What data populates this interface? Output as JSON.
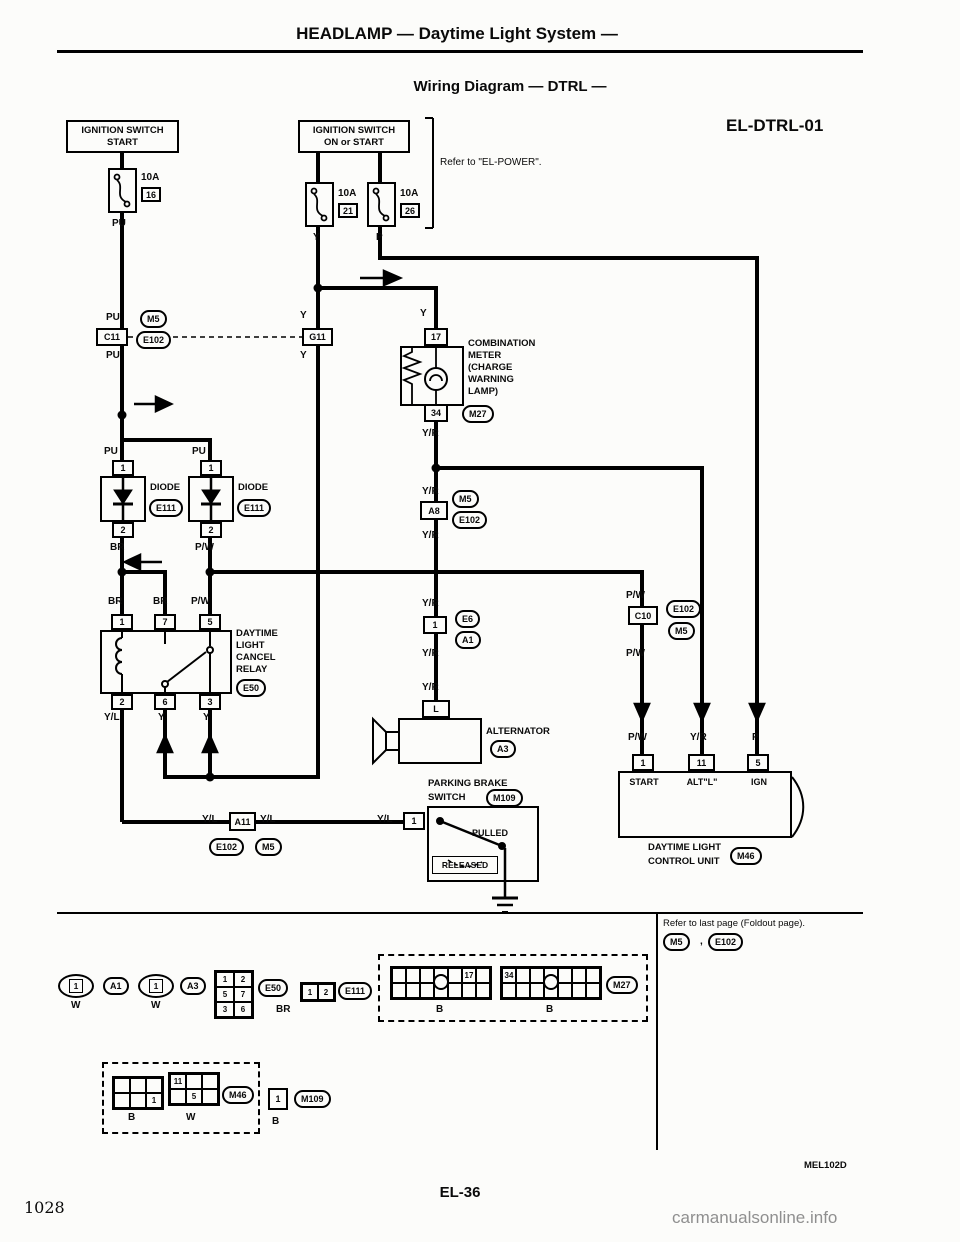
{
  "header": {
    "title": "HEADLAMP — Daytime Light System —",
    "subtitle": "Wiring Diagram — DTRL —",
    "diagram_id": "EL-DTRL-01",
    "refer_note": "Refer to \"EL-POWER\"."
  },
  "wires": {
    "pu": "PU",
    "y": "Y",
    "p": "P",
    "br": "BR",
    "pw": "P/W",
    "yr": "Y/R",
    "yl": "Y/L"
  },
  "connectors": {
    "m5": "M5",
    "e102": "E102",
    "e111": "E111",
    "e50": "E50",
    "e6": "E6",
    "a1": "A1",
    "a3": "A3",
    "a8": "A8",
    "a11": "A11",
    "c10": "C10",
    "c11": "C11",
    "g11": "G11",
    "m27": "M27",
    "m46": "M46",
    "m109": "M109"
  },
  "pins": {
    "n1": "1",
    "n2": "2",
    "n3": "3",
    "n5": "5",
    "n6": "6",
    "n7": "7",
    "n11": "11",
    "n16": "16",
    "n17": "17",
    "n21": "21",
    "n26": "26",
    "n34": "34",
    "l": "L"
  },
  "components": {
    "ignition_start": {
      "line1": "IGNITION SWITCH",
      "line2": "START"
    },
    "ignition_on_start": {
      "line1": "IGNITION SWITCH",
      "line2": "ON or START"
    },
    "fuse_rating": "10A",
    "meter_lines": [
      "COMBINATION",
      "METER",
      "(CHARGE",
      "WARNING",
      "LAMP)"
    ],
    "diode": "DIODE",
    "relay_lines": [
      "DAYTIME",
      "LIGHT",
      "CANCEL",
      "RELAY"
    ],
    "alternator": "ALTERNATOR",
    "parking_brake_line1": "PARKING BRAKE",
    "parking_brake_line2": "SWITCH",
    "pulled": "PULLED",
    "released": "RELEASED",
    "control_unit_line1": "DAYTIME LIGHT",
    "control_unit_line2": "CONTROL UNIT",
    "cu_pin_start": "START",
    "cu_pin_altl": "ALT\"L\"",
    "cu_pin_ign": "IGN"
  },
  "faces": {
    "single_pin": "1",
    "e50_cells": [
      "1",
      "2",
      "5",
      "7",
      "3",
      "6"
    ],
    "e111_cells": [
      "1",
      "2"
    ],
    "m27_cell_a": "17",
    "m27_cell_b": "34",
    "m46_cell_a": "1",
    "m46_cell_b1": "11",
    "m46_cell_b2": "5",
    "m109_cell": "1",
    "color_w": "W",
    "color_b": "B",
    "color_br": "BR"
  },
  "legend": {
    "foldout_note": "Refer to last page (Foldout page).",
    "comma": ","
  },
  "footer": {
    "code": "MEL102D",
    "page": "EL-36",
    "book_page": "1028",
    "watermark": "carmanualsonline.info"
  }
}
